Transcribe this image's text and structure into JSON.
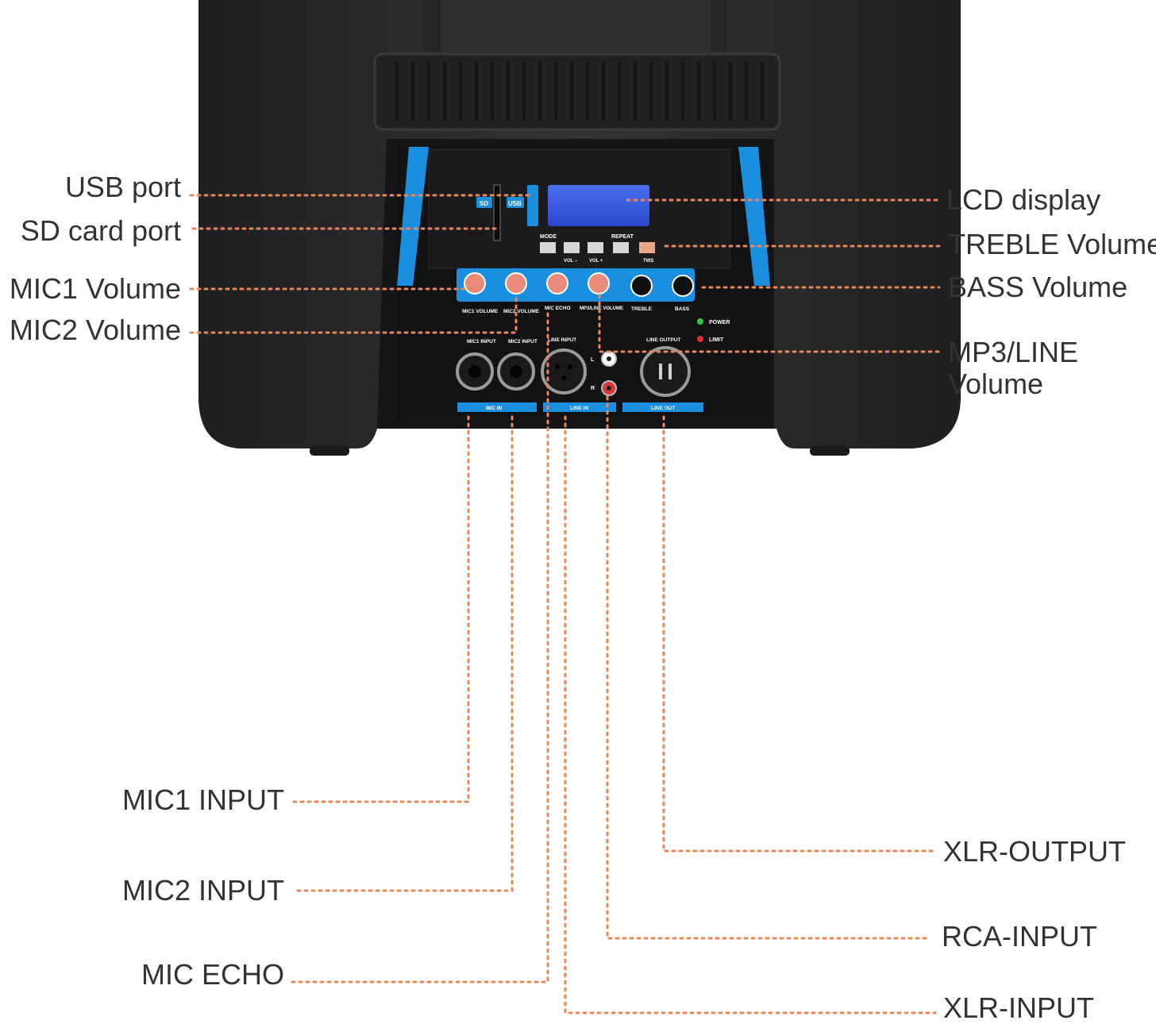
{
  "callouts": {
    "usb_port": "USB port",
    "sd_card_port": "SD card port",
    "mic1_volume": "MIC1 Volume",
    "mic2_volume": "MIC2 Volume",
    "lcd_display": "LCD display",
    "treble_volume": "TREBLE Volume",
    "bass_volume": "BASS Volume",
    "mp3_line_volume_line1": "MP3/LINE",
    "mp3_line_volume_line2": "Volume",
    "mic1_input": "MIC1 INPUT",
    "mic2_input": "MIC2 INPUT",
    "mic_echo": "MIC ECHO",
    "xlr_output": "XLR-OUTPUT",
    "rca_input": "RCA-INPUT",
    "xlr_input": "XLR-INPUT"
  },
  "panel": {
    "sd": "SD",
    "usb": "USB",
    "mode": "MODE",
    "repeat": "REPEAT",
    "vol_minus": "VOL –",
    "vol_plus": "VOL +",
    "tws": "TWS",
    "mic1_volume": "MIC1 VOLUME",
    "mic2_volume": "MIC2 VOLUME",
    "mic_echo": "MIC ECHO",
    "mp3_line_volume": "MP3/LINE VOLUME",
    "treble": "TREBLE",
    "bass": "BASS",
    "power": "POWER",
    "limit": "LIMIT",
    "mic1_input": "MIC1 INPUT",
    "mic2_input": "MIC2 INPUT",
    "line_input": "LINE INPUT",
    "line_output": "LINE OUTPUT",
    "mic_in": "MIC IN",
    "line_in": "LINE IN",
    "line_out": "LINE OUT",
    "l": "L",
    "r": "R"
  },
  "colors": {
    "leader_line": "#e8875a",
    "speaker_body": "#2b2b2d",
    "panel_accent": "#1a8fe0",
    "label_text": "#333333"
  }
}
